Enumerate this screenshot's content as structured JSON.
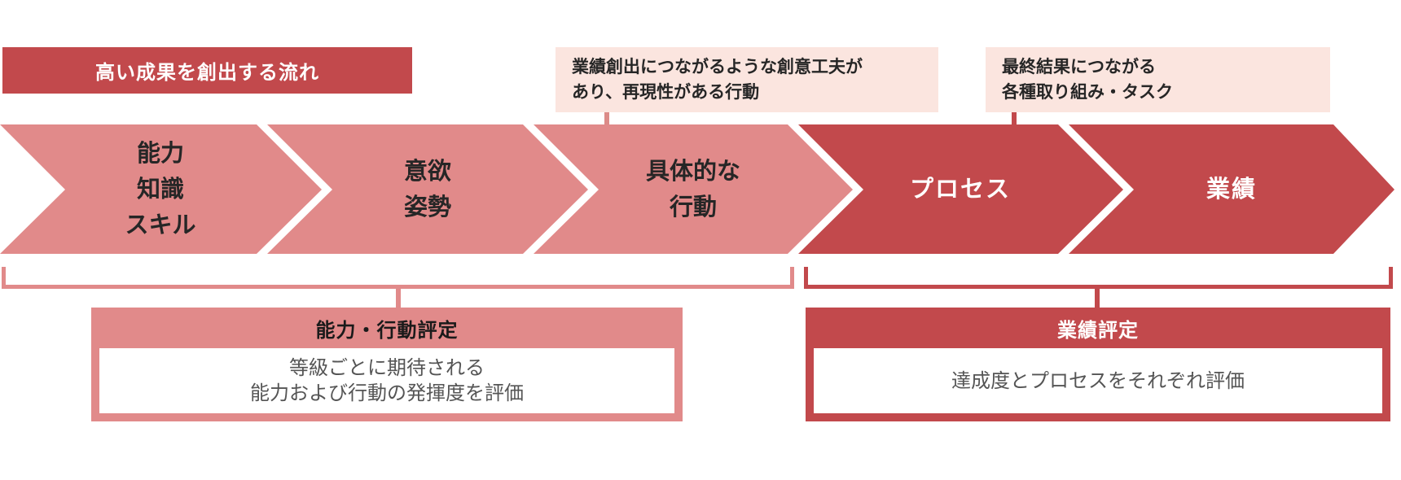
{
  "palette": {
    "pink": "#E18A8A",
    "dark_red": "#C2494C",
    "callout_bg": "#FBE5DF",
    "text_dark": "#262626",
    "body_text_gray": "#555555",
    "background": "#FFFFFF"
  },
  "header": {
    "banner_label": "高い成果を創出する流れ"
  },
  "callouts": [
    {
      "lines": [
        "業績創出につながるような創意工夫が",
        "あり、再現性がある行動"
      ]
    },
    {
      "lines": [
        "最終結果につながる",
        "各種取り組み・タスク"
      ]
    }
  ],
  "flow_steps": [
    {
      "tone": "pink",
      "label_lines": [
        "能力",
        "知識",
        "スキル"
      ]
    },
    {
      "tone": "pink",
      "label_lines": [
        "意欲",
        "姿勢"
      ]
    },
    {
      "tone": "pink",
      "label_lines": [
        "具体的な",
        "行動"
      ]
    },
    {
      "tone": "dark",
      "label_lines": [
        "プロセス"
      ]
    },
    {
      "tone": "dark",
      "label_lines": [
        "業績"
      ]
    }
  ],
  "evaluations": [
    {
      "tone": "pink",
      "title": "能力・行動評定",
      "body_lines": [
        "等級ごとに期待される",
        "能力および行動の発揮度を評価"
      ]
    },
    {
      "tone": "dark",
      "title": "業績評定",
      "body_lines": [
        "達成度とプロセスをそれぞれ評価"
      ]
    }
  ]
}
